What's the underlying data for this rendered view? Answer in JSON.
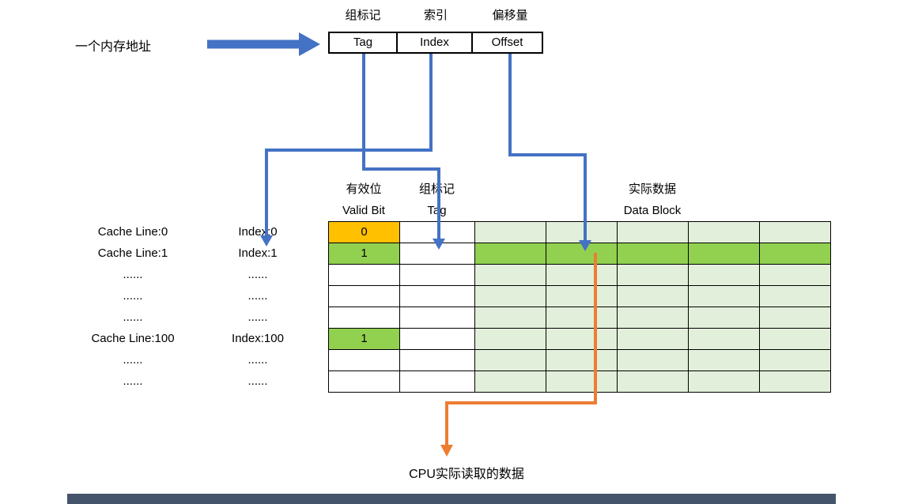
{
  "colors": {
    "accent-blue": "#4472C4",
    "accent-orange": "#ED7D31",
    "valid-amber": "#FFC000",
    "highlight-green": "#92D050",
    "data-green": "#E2EFDA",
    "footer-bar": "#44546A"
  },
  "address": {
    "label": "一个内存地址",
    "field_titles": [
      "组标记",
      "索引",
      "偏移量"
    ],
    "fields": [
      "Tag",
      "Index",
      "Offset"
    ]
  },
  "cache_table": {
    "headers": {
      "valid_cn": "有效位",
      "valid_en": "Valid Bit",
      "tag_cn": "组标记",
      "tag_en": "Tag",
      "data_cn": "实际数据",
      "data_en": "Data Block"
    },
    "rows": [
      {
        "cache_line": "Cache Line:0",
        "index": "Index:0",
        "valid": "0"
      },
      {
        "cache_line": "Cache Line:1",
        "index": "Index:1",
        "valid": "1"
      },
      {
        "cache_line": "......",
        "index": "......",
        "valid": ""
      },
      {
        "cache_line": "......",
        "index": "......",
        "valid": ""
      },
      {
        "cache_line": "......",
        "index": "......",
        "valid": ""
      },
      {
        "cache_line": "Cache Line:100",
        "index": "Index:100",
        "valid": "1"
      },
      {
        "cache_line": "......",
        "index": "......",
        "valid": ""
      },
      {
        "cache_line": "......",
        "index": "......",
        "valid": ""
      }
    ]
  },
  "footer": {
    "cpu_read_label": "CPU实际读取的数据"
  }
}
